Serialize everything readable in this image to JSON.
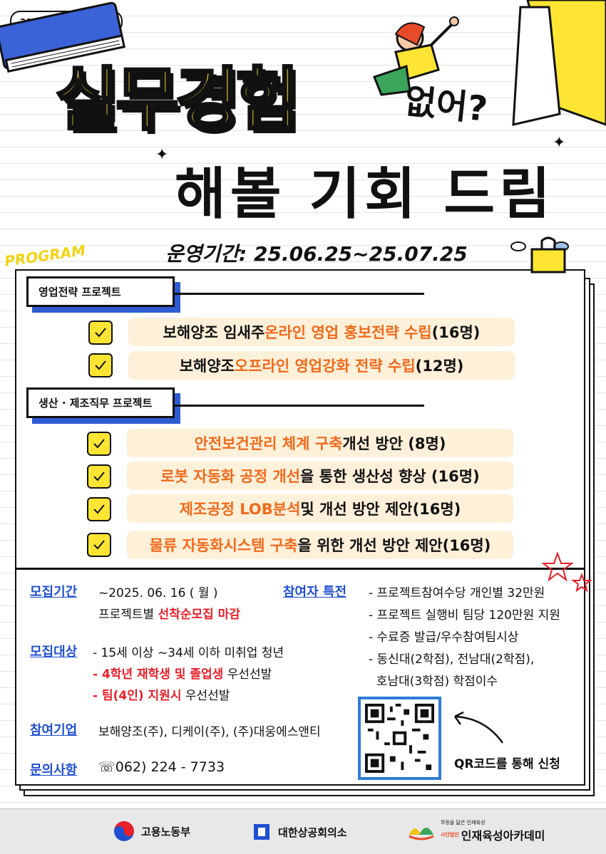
{
  "header": {
    "badge": "2025 프로젝트형 일경험",
    "title_main": "실무경험",
    "title_q": "없어?",
    "title_sub": "해볼 기회 드림",
    "period": "운영기간: 25.06.25~25.07.25",
    "program_label": "PROGRAM"
  },
  "sections": [
    {
      "title": "영업전략 프로젝트",
      "items": [
        {
          "pre": "보해양조 임새주 ",
          "hl": "온라인 영업 홍보전략 수립",
          "post": " (16명)"
        },
        {
          "pre": "보해양조 ",
          "hl": "오프라인 영업강화 전략 수립",
          "post": " (12명)"
        }
      ]
    },
    {
      "title": "생산 · 제조직무 프로젝트",
      "items": [
        {
          "pre": "",
          "hl": "안전보건관리 체계 구축",
          "post": " 개선 방안 (8명)"
        },
        {
          "pre": "",
          "hl": "로봇 자동화 공정 개선",
          "post": "을 통한 생산성 향상 (16명)"
        },
        {
          "pre": "",
          "hl": "제조공정 LOB분석",
          "post": " 및 개선 방안 제안(16명)"
        },
        {
          "pre": "",
          "hl": "물류 자동화시스템 구축",
          "post": "을 위한 개선 방안 제안(16명)"
        }
      ]
    }
  ],
  "info": {
    "recruit_period_label": "모집기간",
    "recruit_period_line1": "~2025. 06. 16 ( 월 )",
    "recruit_period_line2_pre": "프로젝트별 ",
    "recruit_period_line2_red": "선착순모집 마감",
    "target_label": "모집대상",
    "target_line1": "- 15세 이상 ~34세 이하 미취업 청년",
    "target_line2_red": "- 4학년 재학생 및 졸업생",
    "target_line2_post": " 우선선발",
    "target_line3_red": "- 팀(4인) 지원시",
    "target_line3_post": " 우선선발",
    "company_label": "참여기업",
    "company_value": "보해양조(주), 디케이(주), (주)대웅에스앤티",
    "contact_label": "문의사항",
    "contact_value": "☏062) 224 - 7733",
    "benefit_label": "참여자 특전",
    "benefits": [
      "- 프로젝트참여수당 개인별 32만원",
      "- 프로젝트 실행비 팀당 120만원 지원",
      "- 수료증 발급/우수참여팀시상",
      "- 동신대(2학점), 전남대(2학점),",
      "  호남대(3학점) 학점이수"
    ],
    "qr_caption": "QR코드를 통해 신청"
  },
  "footer": {
    "logo1": "고용노동부",
    "logo2": "대한상공회의소",
    "logo3_small": "무등을 닮은 인재육성",
    "logo3_tag": "사단법인",
    "logo3_main": "인재육성아카데미"
  },
  "colors": {
    "yellow": "#ffe533",
    "blue": "#2f5bd3",
    "orange": "#f06a1c",
    "red": "#e8202a"
  }
}
